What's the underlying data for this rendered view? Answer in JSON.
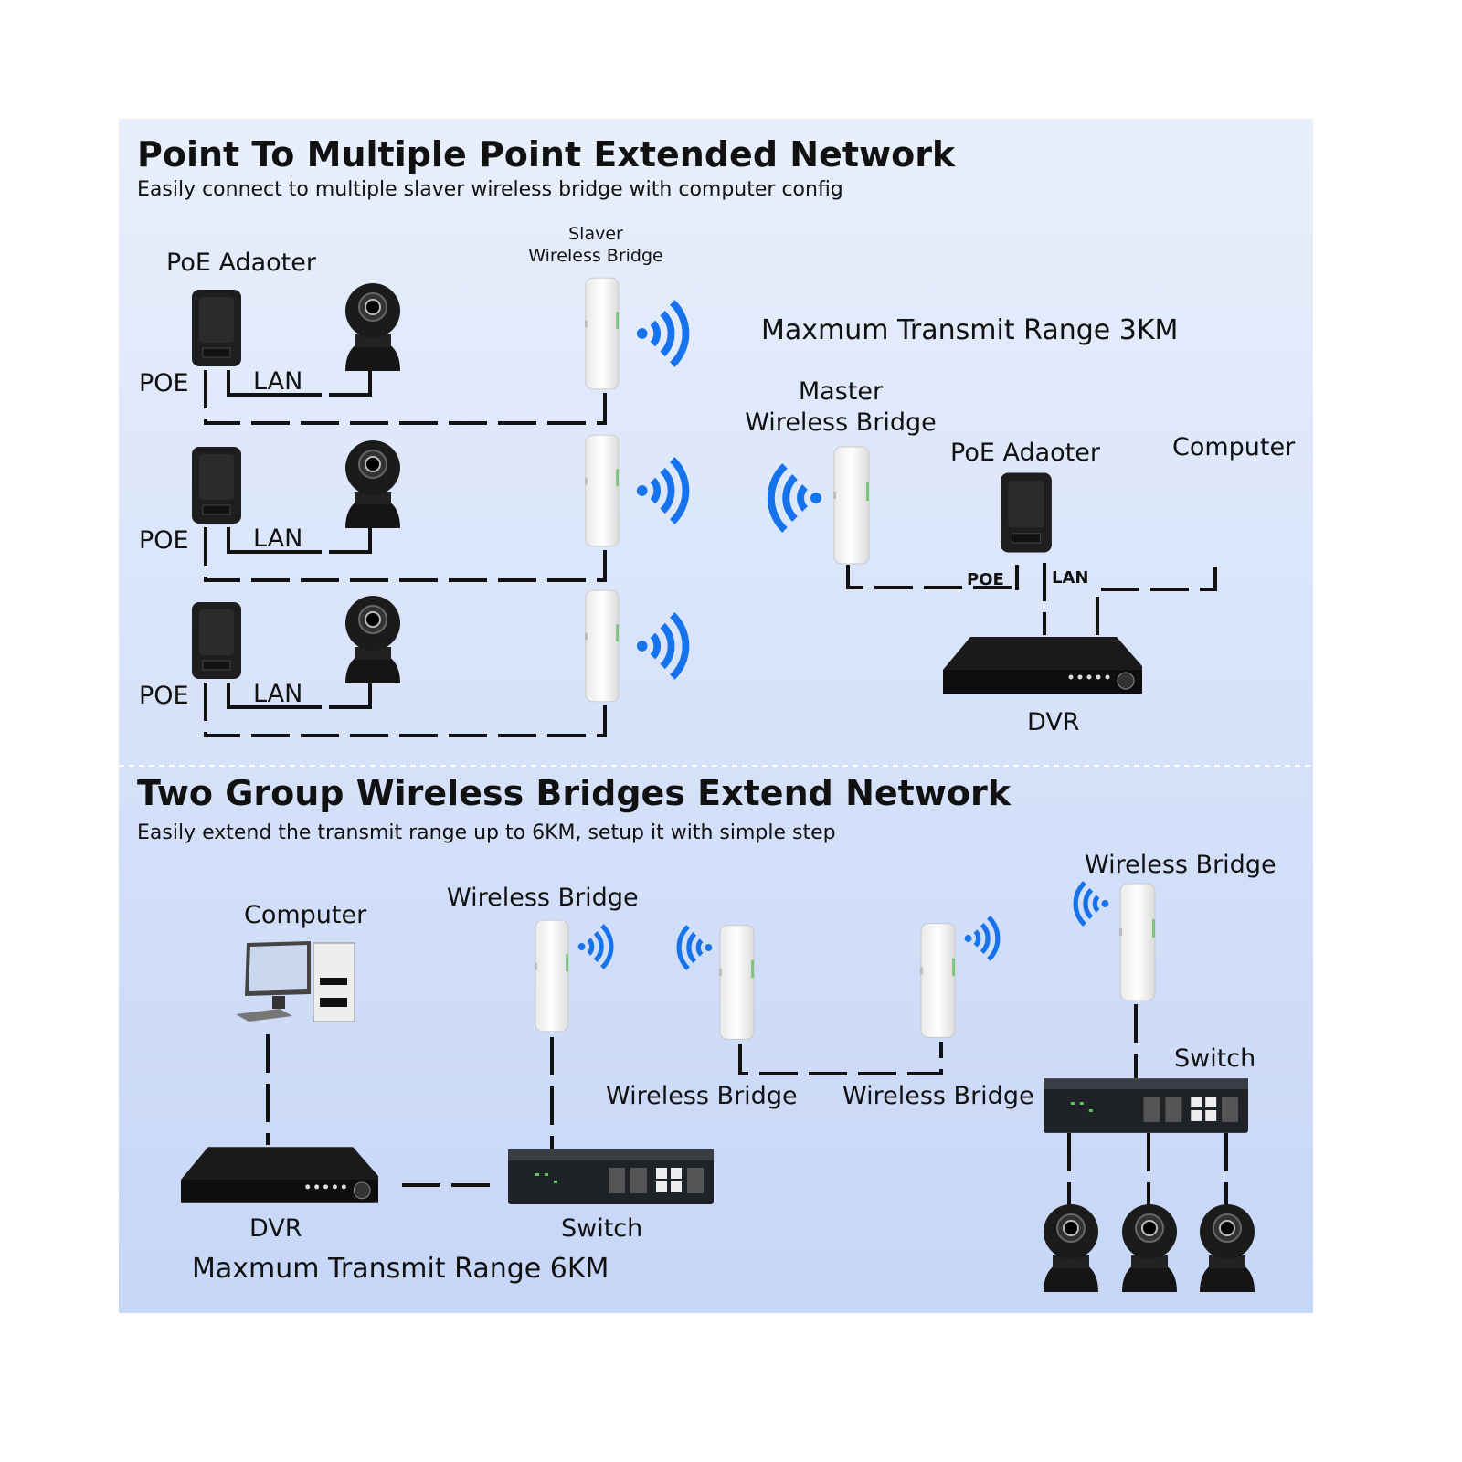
{
  "colors": {
    "wifi": "#1673ec",
    "panel_top": "#e8effc",
    "panel_bottom": "#c6d6f7"
  },
  "section1": {
    "title": "Point To Multiple Point Extended Network",
    "subtitle": "Easily connect to multiple slaver wireless bridge with computer config",
    "slaver_label_line1": "Slaver",
    "slaver_label_line2": "Wireless Bridge",
    "poe_adapter_label": "PoE Adaoter",
    "range_label": "Maxmum Transmit Range 3KM",
    "master_label_line1": "Master",
    "master_label_line2": "Wireless Bridge",
    "master_poe_adapter_label": "PoE Adaoter",
    "computer_label": "Computer",
    "dvr_label": "DVR",
    "poe_port": "POE",
    "lan_port": "LAN",
    "rows": [
      {
        "poe": "POE",
        "lan": "LAN"
      },
      {
        "poe": "POE",
        "lan": "LAN"
      },
      {
        "poe": "POE",
        "lan": "LAN"
      }
    ]
  },
  "section2": {
    "title": "Two Group Wireless Bridges Extend Network",
    "subtitle": "Easily extend the transmit range up to 6KM,  setup it with simple step",
    "computer_label": "Computer",
    "bridge_label_1": "Wireless Bridge",
    "bridge_label_2": "Wireless Bridge",
    "bridge_label_3": "Wireless Bridge",
    "bridge_label_4": "Wireless Bridge",
    "switch_label_right": "Switch",
    "dvr_label": "DVR",
    "switch_label_left": "Switch",
    "range_label": "Maxmum Transmit Range 6KM"
  }
}
